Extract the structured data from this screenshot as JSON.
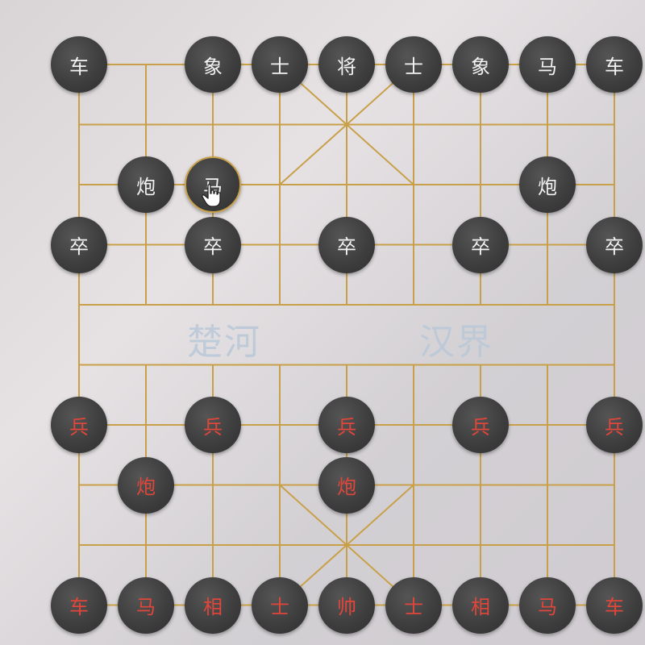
{
  "board": {
    "line_color": "#c9a04a",
    "river_left": "楚河",
    "river_right": "汉界"
  },
  "colors": {
    "piece_fill": "#3e3e3e",
    "black_text": "#f2f2f2",
    "red_text": "#e0463a",
    "selection_ring": "#c9a04a"
  },
  "selected_piece": "black-horse",
  "cursor_icon": "hand-pointer-icon",
  "pieces": [
    {
      "id": "black-chariot-left",
      "label": "车",
      "side": "black",
      "col": 0,
      "row": 0
    },
    {
      "id": "black-elephant-left",
      "label": "象",
      "side": "black",
      "col": 2,
      "row": 0
    },
    {
      "id": "black-advisor-left",
      "label": "士",
      "side": "black",
      "col": 3,
      "row": 0
    },
    {
      "id": "black-general",
      "label": "将",
      "side": "black",
      "col": 4,
      "row": 0
    },
    {
      "id": "black-advisor-right",
      "label": "士",
      "side": "black",
      "col": 5,
      "row": 0
    },
    {
      "id": "black-elephant-right",
      "label": "象",
      "side": "black",
      "col": 6,
      "row": 0
    },
    {
      "id": "black-horse-right",
      "label": "马",
      "side": "black",
      "col": 7,
      "row": 0
    },
    {
      "id": "black-chariot-right",
      "label": "车",
      "side": "black",
      "col": 8,
      "row": 0
    },
    {
      "id": "black-cannon-left",
      "label": "炮",
      "side": "black",
      "col": 1,
      "row": 2
    },
    {
      "id": "black-horse",
      "label": "马",
      "side": "black",
      "col": 2,
      "row": 2,
      "selected": true
    },
    {
      "id": "black-cannon-right",
      "label": "炮",
      "side": "black",
      "col": 7,
      "row": 2
    },
    {
      "id": "black-soldier-1",
      "label": "卒",
      "side": "black",
      "col": 0,
      "row": 3
    },
    {
      "id": "black-soldier-2",
      "label": "卒",
      "side": "black",
      "col": 2,
      "row": 3
    },
    {
      "id": "black-soldier-3",
      "label": "卒",
      "side": "black",
      "col": 4,
      "row": 3
    },
    {
      "id": "black-soldier-4",
      "label": "卒",
      "side": "black",
      "col": 6,
      "row": 3
    },
    {
      "id": "black-soldier-5",
      "label": "卒",
      "side": "black",
      "col": 8,
      "row": 3
    },
    {
      "id": "red-soldier-1",
      "label": "兵",
      "side": "red",
      "col": 0,
      "row": 6
    },
    {
      "id": "red-soldier-2",
      "label": "兵",
      "side": "red",
      "col": 2,
      "row": 6
    },
    {
      "id": "red-soldier-3",
      "label": "兵",
      "side": "red",
      "col": 4,
      "row": 6
    },
    {
      "id": "red-soldier-4",
      "label": "兵",
      "side": "red",
      "col": 6,
      "row": 6
    },
    {
      "id": "red-soldier-5",
      "label": "兵",
      "side": "red",
      "col": 8,
      "row": 6
    },
    {
      "id": "red-cannon-left",
      "label": "炮",
      "side": "red",
      "col": 1,
      "row": 7
    },
    {
      "id": "red-cannon-center",
      "label": "炮",
      "side": "red",
      "col": 4,
      "row": 7
    },
    {
      "id": "red-chariot-left",
      "label": "车",
      "side": "red",
      "col": 0,
      "row": 9
    },
    {
      "id": "red-horse-left",
      "label": "马",
      "side": "red",
      "col": 1,
      "row": 9
    },
    {
      "id": "red-elephant-left",
      "label": "相",
      "side": "red",
      "col": 2,
      "row": 9
    },
    {
      "id": "red-advisor-left",
      "label": "士",
      "side": "red",
      "col": 3,
      "row": 9
    },
    {
      "id": "red-general",
      "label": "帅",
      "side": "red",
      "col": 4,
      "row": 9
    },
    {
      "id": "red-advisor-right",
      "label": "士",
      "side": "red",
      "col": 5,
      "row": 9
    },
    {
      "id": "red-elephant-right",
      "label": "相",
      "side": "red",
      "col": 6,
      "row": 9
    },
    {
      "id": "red-horse-right",
      "label": "马",
      "side": "red",
      "col": 7,
      "row": 9
    },
    {
      "id": "red-chariot-right",
      "label": "车",
      "side": "red",
      "col": 8,
      "row": 9
    }
  ]
}
